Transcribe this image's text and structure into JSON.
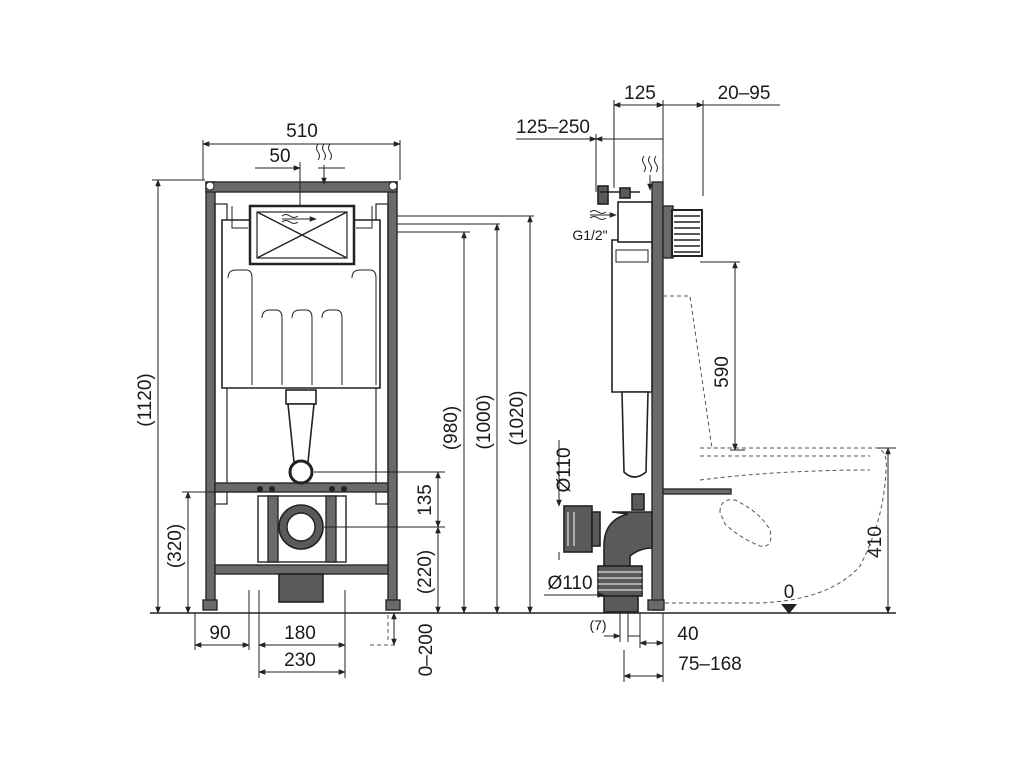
{
  "front_view": {
    "dims": {
      "width_510": "510",
      "offset_50": "50",
      "height_1120": "(1120)",
      "height_980": "(980)",
      "height_1000": "(1000)",
      "height_1020": "(1020)",
      "height_320": "(320)",
      "height_135": "135",
      "height_220": "(220)",
      "foot_90": "90",
      "foot_180": "180",
      "foot_230": "230",
      "adjust_0_200": "0–200"
    }
  },
  "side_view": {
    "dims": {
      "depth_125": "125",
      "depth_20_95": "20–95",
      "depth_125_250": "125–250",
      "thread_g12": "G1/2\"",
      "height_590": "590",
      "pipe_d110_upper": "Ø110",
      "pipe_d110_lower": "Ø110",
      "height_410": "410",
      "floor_zero": "0",
      "offset_7": "(7)",
      "offset_40": "40",
      "offset_75_168": "75–168"
    }
  }
}
